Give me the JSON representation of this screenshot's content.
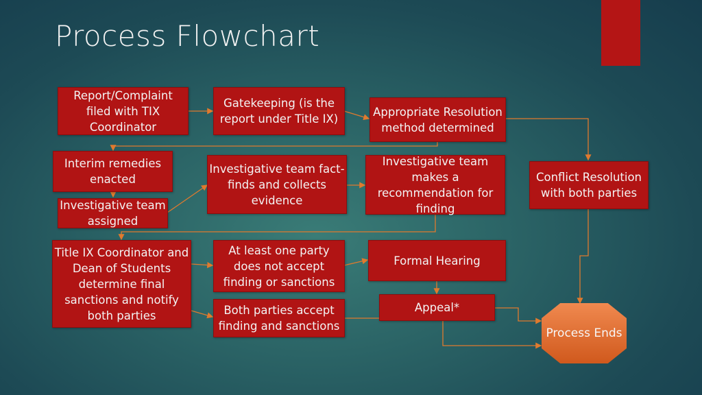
{
  "slide": {
    "title": "Process Flowchart"
  },
  "colors": {
    "box_fill": "#b11414",
    "connector": "#e07a2e",
    "end_fill": "#e6733a",
    "accent_bar": "#b41515"
  },
  "nodes": {
    "report": "Report/Complaint filed with TIX Coordinator",
    "gatekeeping": "Gatekeeping (is the report under Title IX)",
    "resolution_method": "Appropriate Resolution method determined",
    "interim_remedies": "Interim remedies enacted",
    "team_assigned": "Investigative team assigned",
    "fact_finds": "Investigative team fact-finds and collects evidence",
    "recommendation": "Investigative team makes a recommendation for finding",
    "conflict_resolution": "Conflict Resolution with both parties",
    "sanctions": "Title IX Coordinator and Dean of Students determine final sanctions and notify both parties",
    "not_accept": "At least one party does not accept finding or sanctions",
    "formal_hearing": "Formal Hearing",
    "both_accept": "Both parties accept finding and sanctions",
    "appeal": "Appeal*",
    "process_ends": "Process Ends"
  }
}
